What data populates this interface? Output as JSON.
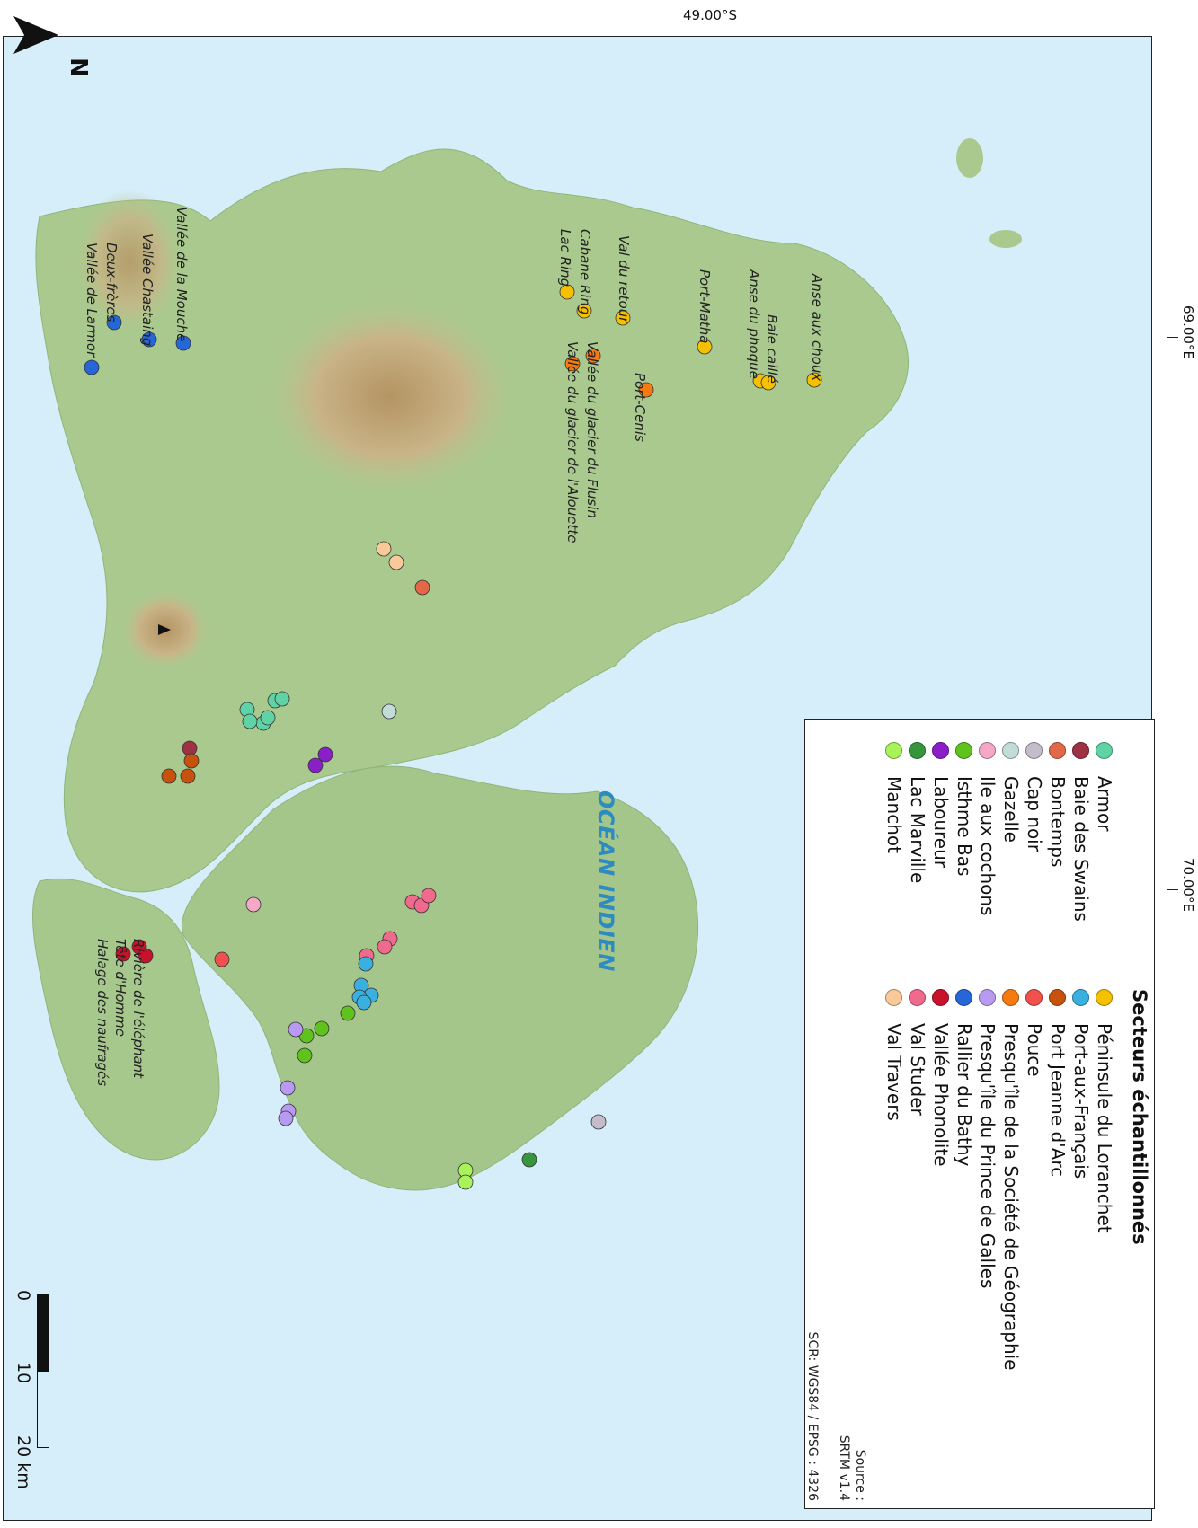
{
  "map": {
    "top_tick_label": "49.00°S",
    "side_tick_labels": [
      "69.00°E",
      "70.00°E"
    ],
    "ocean_label": "OCÉAN INDIEN",
    "colors": {
      "ocean": "#d6eef9",
      "land_low": "#9ec98c",
      "land_mid": "#b9c78e",
      "land_high": "#c9a978",
      "peak": "#8f6b45"
    },
    "peak_marker_icon": "triangle-icon"
  },
  "legend": {
    "title": "Secteurs échantillonnés",
    "column1": [
      {
        "label": "Armor",
        "color": "#5fd3a6"
      },
      {
        "label": "Baie des Swains",
        "color": "#9e3144"
      },
      {
        "label": "Bontemps",
        "color": "#e2684a"
      },
      {
        "label": "Cap noir",
        "color": "#c4bccb"
      },
      {
        "label": "Gazelle",
        "color": "#c2dcd8"
      },
      {
        "label": "Ile aux cochons",
        "color": "#f4a8c6"
      },
      {
        "label": "Isthme Bas",
        "color": "#5fc21d"
      },
      {
        "label": "Laboureur",
        "color": "#8a1fc7"
      },
      {
        "label": "Lac Marville",
        "color": "#36963d"
      },
      {
        "label": "Manchot",
        "color": "#a8f25a"
      }
    ],
    "column2": [
      {
        "label": "Péninsule du Loranchet",
        "color": "#f5c000"
      },
      {
        "label": "Port-aux-Français",
        "color": "#3ab0e0"
      },
      {
        "label": "Port Jeanne d'Arc",
        "color": "#c6520d"
      },
      {
        "label": "Pouce",
        "color": "#f0504e"
      },
      {
        "label": "Presqu'île de la Société de Géographie",
        "color": "#f57a12"
      },
      {
        "label": "Presqu'île du Prince de Galles",
        "color": "#b89af2"
      },
      {
        "label": "Rallier du Bathy",
        "color": "#2566d8"
      },
      {
        "label": "Vallée Phonolite",
        "color": "#c8122c"
      },
      {
        "label": "Val Studer",
        "color": "#f06a8e"
      },
      {
        "label": "Val Travers",
        "color": "#f9c99a"
      }
    ],
    "source": "Source :\nSRTM v1.4",
    "crs": "SCR: WGS84 / EPSG : 4326"
  },
  "places": [
    {
      "label": "Vallée de la Mouche"
    },
    {
      "label": "Vallée Chastaing"
    },
    {
      "label": "Deux-frères"
    },
    {
      "label": "Vallée de Larmor"
    },
    {
      "label": "Val du retour"
    },
    {
      "label": "Cabane Ring"
    },
    {
      "label": "Lac Ring"
    },
    {
      "label": "Port-Matha"
    },
    {
      "label": "Anse aux choux"
    },
    {
      "label": "Baie caillé"
    },
    {
      "label": "Anse du phoque"
    },
    {
      "label": "Port-Cenis"
    },
    {
      "label": "Vallée du glacier du Flusin"
    },
    {
      "label": "Vallée du glacier de l'Alouette"
    },
    {
      "label": "Rivière de l'éléphant"
    },
    {
      "label": "Tête d'Homme"
    },
    {
      "label": "Halage des naufragés"
    }
  ],
  "scale": {
    "labels": [
      "0",
      "10",
      "20 km"
    ]
  },
  "north_label": "N"
}
